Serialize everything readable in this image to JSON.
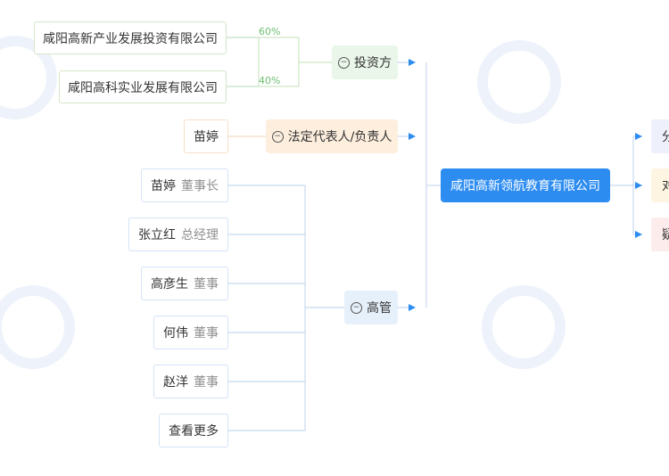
{
  "investors": [
    {
      "name": "咸阳高新产业发展投资有限公司",
      "pct": "60%"
    },
    {
      "name": "咸阳高科实业发展有限公司",
      "pct": "40%"
    }
  ],
  "hubs": {
    "investor": "投资方",
    "legal": "法定代表人/负责人",
    "exec": "高管"
  },
  "legal_person": "苗婷",
  "executives": [
    {
      "name": "苗婷",
      "role": "董事长"
    },
    {
      "name": "张立红",
      "role": "总经理"
    },
    {
      "name": "高彦生",
      "role": "董事"
    },
    {
      "name": "何伟",
      "role": "董事"
    },
    {
      "name": "赵洋",
      "role": "董事"
    }
  ],
  "more": "查看更多",
  "company": "咸阳高新领航教育有限公司",
  "right_items": [
    "分",
    "对",
    "疑"
  ],
  "colors": {
    "accent": "#2d8cf0",
    "line": "#c8d9ef",
    "green": "#6fbf73"
  }
}
